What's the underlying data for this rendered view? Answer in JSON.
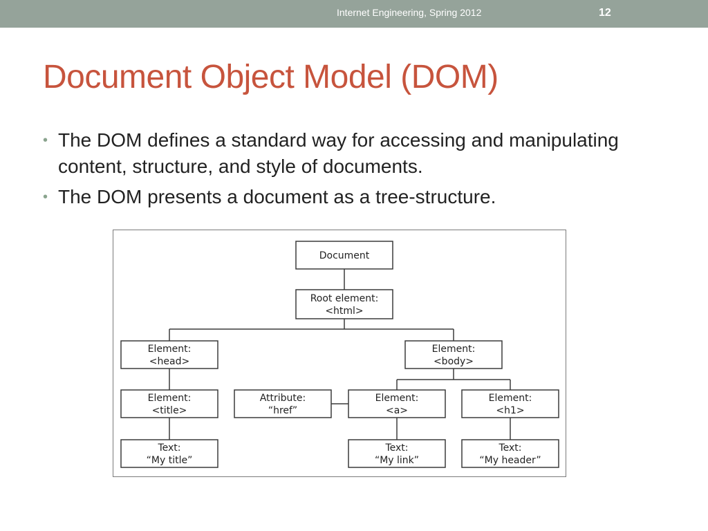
{
  "header": {
    "course": "Internet Engineering, Spring 2012",
    "slide_number": "12"
  },
  "title": "Document Object Model (DOM)",
  "bullets": [
    "The DOM defines a standard way for accessing and manipulating content, structure, and style of documents.",
    "The DOM presents a document as a tree-structure."
  ],
  "tree": {
    "document": {
      "line1": "Document"
    },
    "root": {
      "line1": "Root element:",
      "line2": "<html>"
    },
    "head": {
      "line1": "Element:",
      "line2": "<head>"
    },
    "body": {
      "line1": "Element:",
      "line2": "<body>"
    },
    "title": {
      "line1": "Element:",
      "line2": "<title>"
    },
    "attribute": {
      "line1": "Attribute:",
      "line2": "“href”"
    },
    "a": {
      "line1": "Element:",
      "line2": "<a>"
    },
    "h1": {
      "line1": "Element:",
      "line2": "<h1>"
    },
    "title_text": {
      "line1": "Text:",
      "line2": "“My title”"
    },
    "link_text": {
      "line1": "Text:",
      "line2": "“My link”"
    },
    "header_text": {
      "line1": "Text:",
      "line2": "“My header”"
    }
  },
  "colors": {
    "top_bar": "#95a39a",
    "title": "#c7543d",
    "bullet": "#8aa48e"
  }
}
